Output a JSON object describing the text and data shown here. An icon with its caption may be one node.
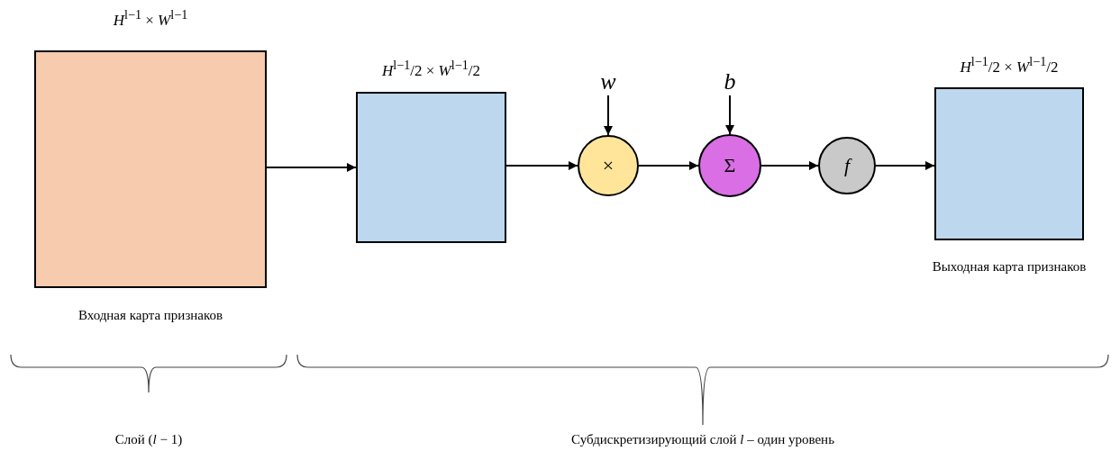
{
  "diagram": {
    "nodes": [
      {
        "text": [
          "*H*$^{l−1}$ × *W*$^{l−1}$"
        ],
        "beside": [
          "Входная карта признаков"
        ]
      },
      {
        "text": [
          "*H*$^{l−1}$/2 × *W*$^{l−1}$/2"
        ]
      },
      {
        "text": [
          "w"
        ]
      },
      {
        "text": [
          "×"
        ]
      },
      {
        "text": [
          "b"
        ]
      },
      {
        "text": [
          "Σ"
        ]
      },
      {
        "text": [
          "f"
        ]
      },
      {
        "text": [
          "*H*$^{l−1}$/2 × *W*$^{l−1}$/2"
        ],
        "beside": [
          "Выходная карта признаков"
        ]
      }
    ],
    "edges": [
      {
        "from": 0,
        "to": 1,
        "arrow": "to"
      },
      {
        "from": 1,
        "to": 3,
        "arrow": "to"
      },
      {
        "from": 2,
        "to": 3,
        "arrow": "to"
      },
      {
        "from": 3,
        "to": 5,
        "arrow": "to"
      },
      {
        "from": 4,
        "to": 5,
        "arrow": "to"
      },
      {
        "from": 5,
        "to": 6,
        "arrow": "to"
      },
      {
        "from": 6,
        "to": 7,
        "arrow": "to"
      }
    ],
    "labels": [
      "Слой (*l* − 1)",
      "Субдискретизирующий слой *l* – один уровень"
    ]
  }
}
